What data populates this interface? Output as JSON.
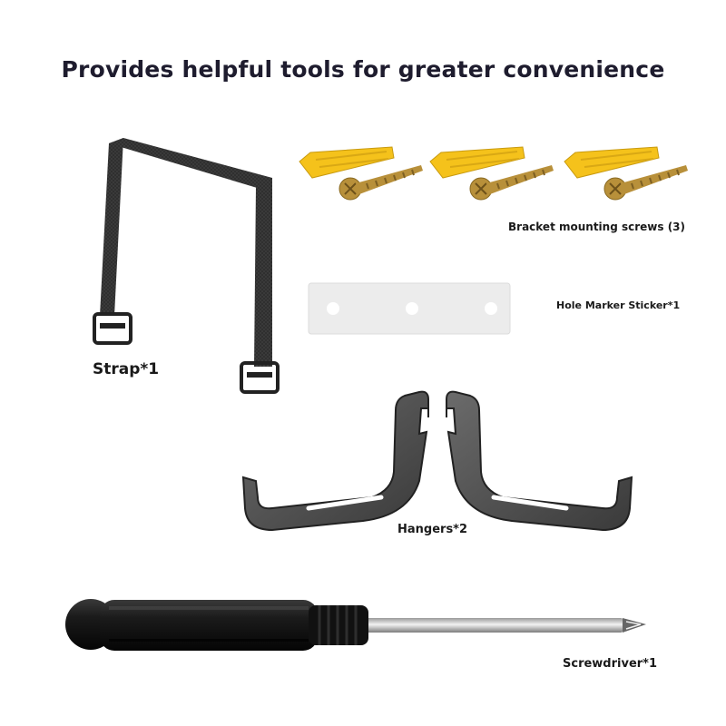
{
  "title": "Provides helpful tools for greater convenience",
  "items": {
    "strap": {
      "label": "Strap*1",
      "icon": "strap-icon"
    },
    "screws": {
      "label": "Bracket mounting screws (3)",
      "icon": "screw-anchor-icon"
    },
    "sticker": {
      "label": "Hole Marker Sticker*1",
      "icon": "sticker-icon"
    },
    "hangers": {
      "label": "Hangers*2",
      "icon": "hanger-icon"
    },
    "screwdriver": {
      "label": "Screwdriver*1",
      "icon": "screwdriver-icon"
    }
  },
  "colors": {
    "anchor": "#f5c21b",
    "screw": "#b8903a",
    "strap": "#2c2c2c",
    "sticker": "#ececec",
    "metal": "#444444"
  }
}
